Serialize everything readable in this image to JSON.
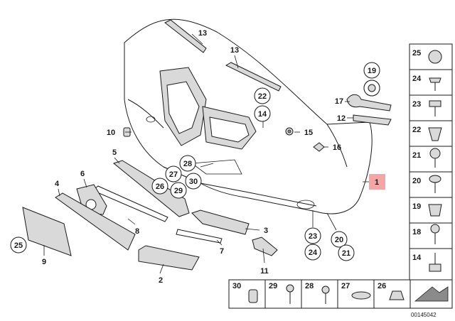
{
  "callouts": {
    "p1": "1",
    "p2": "2",
    "p3": "3",
    "p4": "4",
    "p5": "5",
    "p6": "6",
    "p7": "7",
    "p8": "8",
    "p9": "9",
    "p10": "10",
    "p11": "11",
    "p12": "12",
    "p13a": "13",
    "p13b": "13",
    "p14": "14",
    "p15": "15",
    "p16": "16",
    "p17": "17",
    "p19": "19",
    "p20": "20",
    "p21": "21",
    "p22": "22",
    "p23": "23",
    "p24": "24",
    "p25": "25",
    "p26": "26",
    "p27": "27",
    "p28": "28",
    "p29": "29",
    "p30": "30"
  },
  "sidebar": [
    "25",
    "24",
    "23",
    "22",
    "21",
    "20",
    "19",
    "18",
    "14"
  ],
  "bottom_row": [
    "30",
    "29",
    "28",
    "27",
    "26"
  ],
  "diagram_code": "00145042",
  "colors": {
    "highlight": "#f4a6a6",
    "line": "#1a1a1a",
    "box": "#ffffff"
  }
}
